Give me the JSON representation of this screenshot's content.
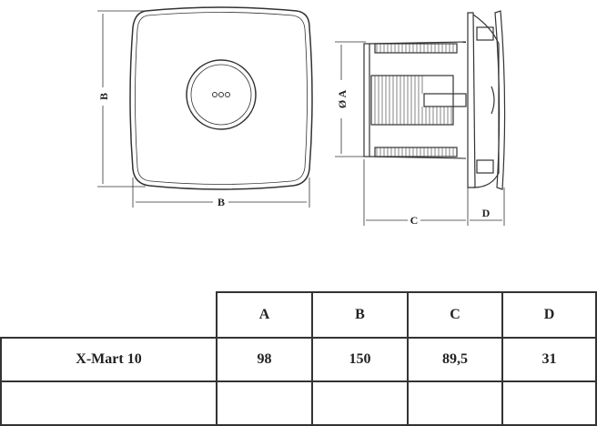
{
  "drawing": {
    "label_b_vertical": "B",
    "label_b_horizontal": "B",
    "label_a": "Ø A",
    "label_c": "C",
    "label_d": "D"
  },
  "table": {
    "headers": [
      "A",
      "B",
      "C",
      "D"
    ],
    "rows": [
      {
        "model": "X-Mart 10",
        "values": [
          "98",
          "150",
          "89,5",
          "31"
        ]
      }
    ]
  }
}
